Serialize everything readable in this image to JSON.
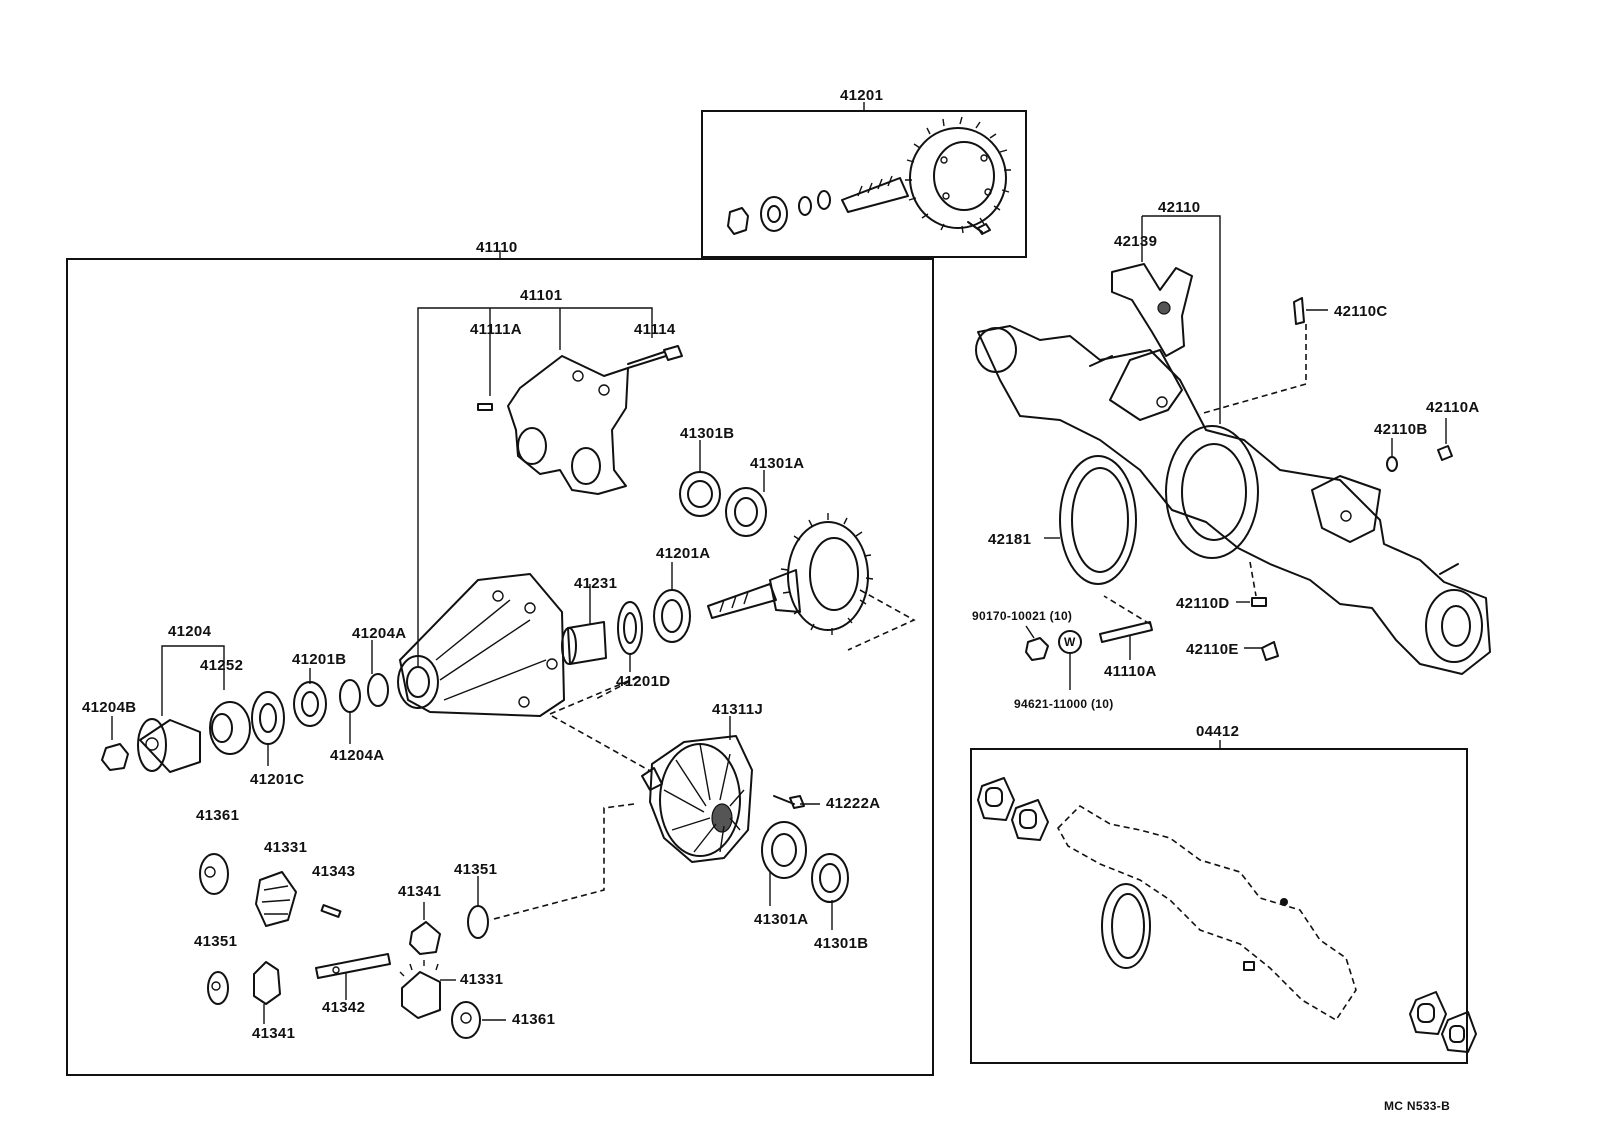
{
  "diagram": {
    "drawing_code": "MC N533-B",
    "groups": {
      "ring_pinion_kit": "41201",
      "differential_carrier_assy": "41110",
      "carrier_sub_assy": "41101",
      "axle_housing": "42110",
      "gasket_kit": "04412"
    },
    "labels": {
      "p41111A": "41111A",
      "p41114": "41114",
      "p41301B_top": "41301B",
      "p41301A_top": "41301A",
      "p41201A": "41201A",
      "p41231": "41231",
      "p41204": "41204",
      "p41252": "41252",
      "p41201B": "41201B",
      "p41204A_top": "41204A",
      "p41204B": "41204B",
      "p41201C": "41201C",
      "p41204A_bot": "41204A",
      "p41201D": "41201D",
      "p41311J": "41311J",
      "p41222A": "41222A",
      "p41301A_bot": "41301A",
      "p41301B_bot": "41301B",
      "p41361_top": "41361",
      "p41331_top": "41331",
      "p41343": "41343",
      "p41351_right": "41351",
      "p41341_mid": "41341",
      "p41351_left": "41351",
      "p41331_bot": "41331",
      "p41341_bot": "41341",
      "p41342": "41342",
      "p41361_bot": "41361",
      "p42139": "42139",
      "p42110C": "42110C",
      "p42110A": "42110A",
      "p42110B": "42110B",
      "p42181": "42181",
      "p42110D": "42110D",
      "p90170": "90170-10021 (10)",
      "p41110A": "41110A",
      "p42110E": "42110E",
      "p94621": "94621-11000 (10)",
      "washer_mark": "W"
    }
  }
}
